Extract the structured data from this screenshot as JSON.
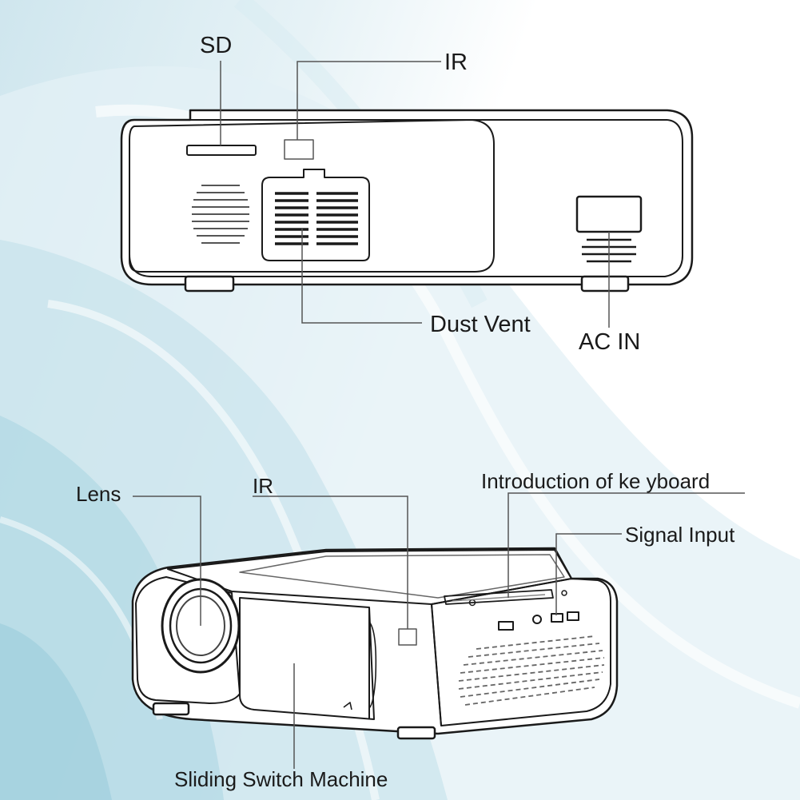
{
  "labels": {
    "sd": "SD",
    "ir_top": "IR",
    "dust_vent": "Dust Vent",
    "ac_in": "AC  IN",
    "lens": "Lens",
    "ir_bottom": "IR",
    "keyboard": "Introduction of ke yboard",
    "signal_input": "Signal Input",
    "sliding_switch": "Sliding Switch Machine"
  },
  "colors": {
    "line": "#1a1a1a",
    "background_tint": "#bfe0ea"
  }
}
